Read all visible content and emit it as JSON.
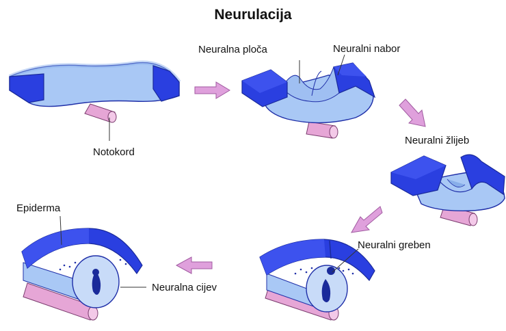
{
  "title": "Neurulacija",
  "labels": {
    "notochord": "Notokord",
    "neural_plate": "Neuralna ploča",
    "neural_fold": "Neuralni nabor",
    "neural_groove": "Neuralni žlijeb",
    "neural_crest": "Neuralni greben",
    "epidermis": "Epiderma",
    "neural_tube": "Neuralna cijev"
  },
  "colors": {
    "light_tissue": "#a9c8f5",
    "light_edge": "#1f2fa8",
    "dark_block": "#2a3fe0",
    "dark_block_side": "#1a2a9a",
    "notochord": "#e6a6d6",
    "arrow": "#dfa0dc"
  }
}
